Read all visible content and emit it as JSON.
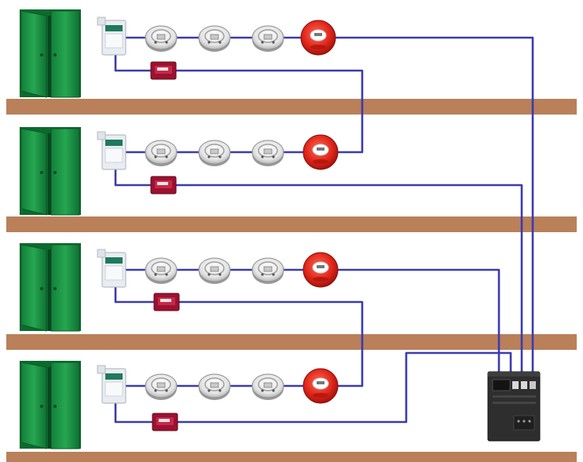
{
  "diagram": {
    "kind": "fire-alarm-wiring",
    "floors": [
      {
        "id": "floor-1",
        "door": "green-double-door",
        "devices": [
          "panel-module",
          "smoke-detector",
          "smoke-detector",
          "smoke-detector",
          "fire-bell",
          "manual-call-point"
        ]
      },
      {
        "id": "floor-2",
        "door": "green-double-door",
        "devices": [
          "panel-module",
          "smoke-detector",
          "smoke-detector",
          "smoke-detector",
          "fire-bell",
          "manual-call-point"
        ]
      },
      {
        "id": "floor-3",
        "door": "green-double-door",
        "devices": [
          "panel-module",
          "smoke-detector",
          "smoke-detector",
          "smoke-detector",
          "fire-bell",
          "manual-call-point"
        ]
      },
      {
        "id": "floor-4",
        "door": "green-double-door",
        "devices": [
          "panel-module",
          "smoke-detector",
          "smoke-detector",
          "smoke-detector",
          "fire-bell",
          "manual-call-point"
        ]
      }
    ],
    "control_panel": "fire-alarm-control-panel",
    "colors": {
      "floor_slab": "#b9805a",
      "door": "#1f9a48",
      "wire": "#3b3bb0",
      "bell": "#e0261b",
      "call_point": "#9c1130",
      "panel": "#2e2e2e"
    }
  }
}
